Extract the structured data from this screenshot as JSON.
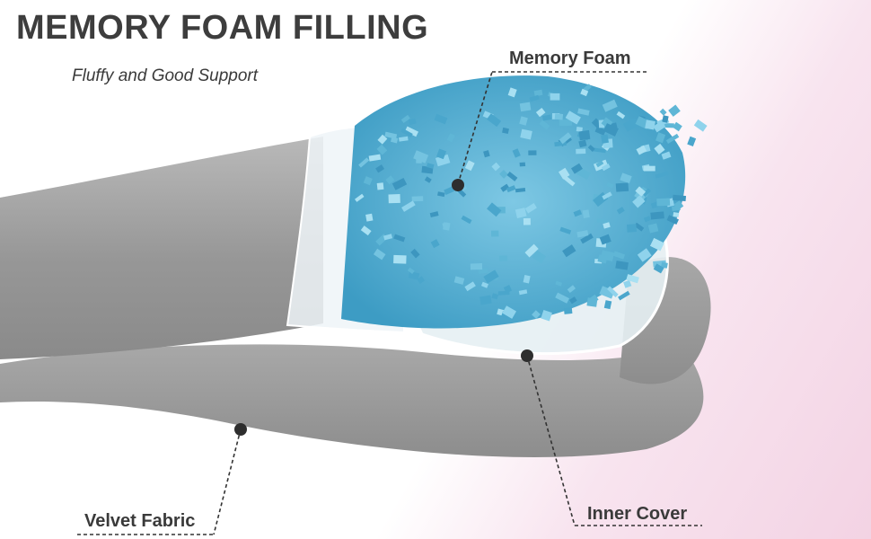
{
  "heading": {
    "title": "MEMORY FOAM FILLING",
    "subtitle": "Fluffy and Good Support"
  },
  "callouts": {
    "memory_foam": "Memory Foam",
    "velvet_fabric": "Velvet Fabric",
    "inner_cover": "Inner Cover"
  },
  "colors": {
    "fabric_gray": "#9a9a9a",
    "foam_blue": "#5fb6d6",
    "accent_pink": "#f3d3e4",
    "text_dark": "#3a3a3a"
  }
}
